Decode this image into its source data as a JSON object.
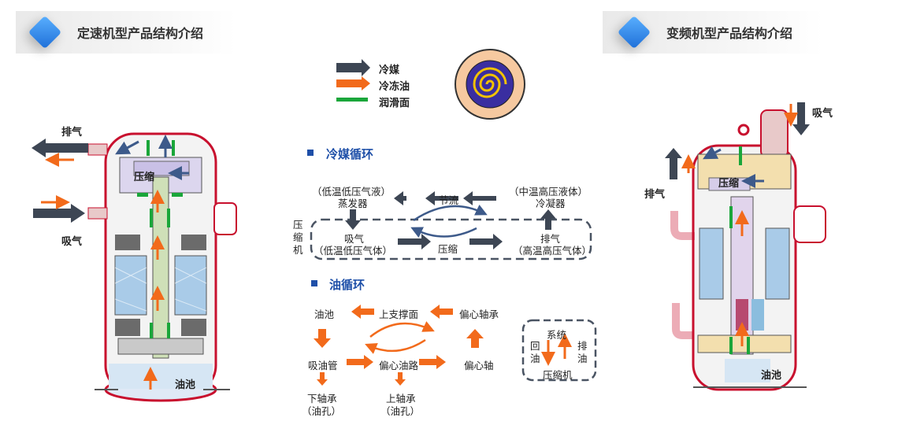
{
  "left_section": {
    "title": "定速机型产品结构介绍"
  },
  "right_section": {
    "title": "变频机型产品结构介绍"
  },
  "legend": {
    "refrigerant": "冷媒",
    "oil": "冷冻油",
    "lubrication": "润滑面"
  },
  "left_diagram": {
    "discharge": "排气",
    "suction": "吸气",
    "compression": "压缩",
    "oil_pool": "油池"
  },
  "right_diagram": {
    "discharge": "排气",
    "suction": "吸气",
    "compression": "压缩",
    "oil_pool": "油池"
  },
  "refrigerant_cycle": {
    "title": "冷媒循环",
    "evaporator_state": "（低温低压气液）",
    "evaporator": "蒸发器",
    "throttle": "节流",
    "condenser_state": "（中温高压液体）",
    "condenser": "冷凝器",
    "compressor_label": "压缩机",
    "suction": "吸气",
    "suction_state": "（低温低压气体）",
    "compression": "压缩",
    "discharge": "排气",
    "discharge_state": "（高温高压气体）"
  },
  "oil_cycle": {
    "title": "油循环",
    "oil_pool": "油池",
    "upper_support": "上支撑面",
    "eccentric_bearing": "偏心轴承",
    "suction_pipe": "吸油管",
    "eccentric_oil_path": "偏心油路",
    "eccentric_shaft": "偏心轴",
    "lower_bearing": "下轴承",
    "lower_bearing_hole": "（油孔）",
    "upper_bearing": "上轴承",
    "upper_bearing_hole": "（油孔）",
    "system": "系统",
    "return_oil": "回油",
    "discharge_oil": "排油",
    "compressor": "压缩机"
  },
  "colors": {
    "refrigerant": "#3d4654",
    "oil": "#f26a1b",
    "lubrication": "#1aa63a",
    "heading": "#1e4fa8",
    "shell": "#c8102e"
  }
}
